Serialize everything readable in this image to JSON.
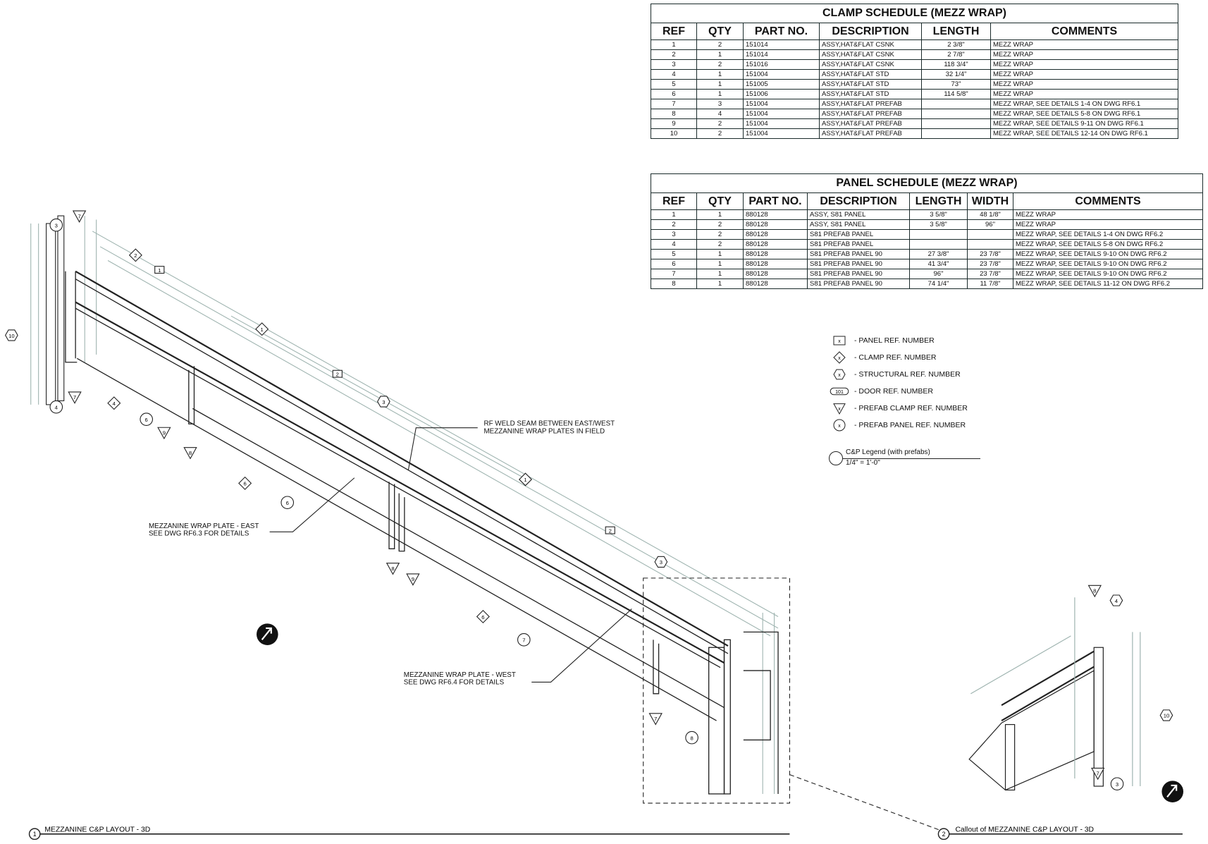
{
  "clamp_schedule": {
    "title": "CLAMP SCHEDULE (MEZZ WRAP)",
    "columns": [
      "REF",
      "QTY",
      "PART NO.",
      "DESCRIPTION",
      "LENGTH",
      "COMMENTS"
    ],
    "rows": [
      [
        "1",
        "2",
        "151014",
        "ASSY,HAT&FLAT CSNK",
        "2 3/8\"",
        "MEZZ WRAP"
      ],
      [
        "2",
        "1",
        "151014",
        "ASSY,HAT&FLAT CSNK",
        "2 7/8\"",
        "MEZZ WRAP"
      ],
      [
        "3",
        "2",
        "151016",
        "ASSY,HAT&FLAT CSNK",
        "118 3/4\"",
        "MEZZ WRAP"
      ],
      [
        "4",
        "1",
        "151004",
        "ASSY,HAT&FLAT STD",
        "32 1/4\"",
        "MEZZ WRAP"
      ],
      [
        "5",
        "1",
        "151005",
        "ASSY,HAT&FLAT STD",
        "73\"",
        "MEZZ WRAP"
      ],
      [
        "6",
        "1",
        "151006",
        "ASSY,HAT&FLAT STD",
        "114 5/8\"",
        "MEZZ WRAP"
      ],
      [
        "7",
        "3",
        "151004",
        "ASSY,HAT&FLAT PREFAB",
        "",
        "MEZZ WRAP, SEE DETAILS 1-4 ON DWG RF6.1"
      ],
      [
        "8",
        "4",
        "151004",
        "ASSY,HAT&FLAT PREFAB",
        "",
        "MEZZ WRAP, SEE DETAILS 5-8 ON DWG RF6.1"
      ],
      [
        "9",
        "2",
        "151004",
        "ASSY,HAT&FLAT PREFAB",
        "",
        "MEZZ WRAP, SEE DETAILS 9-11 ON DWG RF6.1"
      ],
      [
        "10",
        "2",
        "151004",
        "ASSY,HAT&FLAT PREFAB",
        "",
        "MEZZ WRAP, SEE DETAILS 12-14 ON DWG RF6.1"
      ]
    ]
  },
  "panel_schedule": {
    "title": "PANEL SCHEDULE (MEZZ WRAP)",
    "columns": [
      "REF",
      "QTY",
      "PART NO.",
      "DESCRIPTION",
      "LENGTH",
      "WIDTH",
      "COMMENTS"
    ],
    "rows": [
      [
        "1",
        "1",
        "880128",
        "ASSY, S81 PANEL",
        "3 5/8\"",
        "48 1/8\"",
        "MEZZ WRAP"
      ],
      [
        "2",
        "2",
        "880128",
        "ASSY, S81 PANEL",
        "3 5/8\"",
        "96\"",
        "MEZZ WRAP"
      ],
      [
        "3",
        "2",
        "880128",
        "S81 PREFAB PANEL",
        "",
        "",
        "MEZZ WRAP, SEE DETAILS 1-4 ON DWG RF6.2"
      ],
      [
        "4",
        "2",
        "880128",
        "S81 PREFAB PANEL",
        "",
        "",
        "MEZZ WRAP, SEE DETAILS 5-8 ON DWG RF6.2"
      ],
      [
        "5",
        "1",
        "880128",
        "S81 PREFAB PANEL 90",
        "27 3/8\"",
        "23 7/8\"",
        "MEZZ WRAP, SEE DETAILS 9-10 ON DWG RF6.2"
      ],
      [
        "6",
        "1",
        "880128",
        "S81 PREFAB PANEL 90",
        "41 3/4\"",
        "23 7/8\"",
        "MEZZ WRAP, SEE DETAILS 9-10 ON DWG RF6.2"
      ],
      [
        "7",
        "1",
        "880128",
        "S81 PREFAB PANEL 90",
        "96\"",
        "23 7/8\"",
        "MEZZ WRAP, SEE DETAILS 9-10 ON DWG RF6.2"
      ],
      [
        "8",
        "1",
        "880128",
        "S81 PREFAB PANEL 90",
        "74 1/4\"",
        "11 7/8\"",
        "MEZZ WRAP, SEE DETAILS 11-12 ON DWG RF6.2"
      ]
    ]
  },
  "legend": {
    "items": [
      {
        "symbol": "square",
        "tag": "x",
        "label": "- PANEL REF. NUMBER"
      },
      {
        "symbol": "diamond",
        "tag": "x",
        "label": "- CLAMP REF. NUMBER"
      },
      {
        "symbol": "hexagon",
        "tag": "x",
        "label": "- STRUCTURAL REF. NUMBER"
      },
      {
        "symbol": "pill",
        "tag": "101",
        "label": "- DOOR REF. NUMBER"
      },
      {
        "symbol": "triangle",
        "tag": "x",
        "label": "- PREFAB CLAMP REF. NUMBER"
      },
      {
        "symbol": "circle",
        "tag": "x",
        "label": "- PREFAB PANEL REF. NUMBER"
      }
    ],
    "title": "C&P Legend (with prefabs)",
    "scale": "1/4\" = 1'-0\""
  },
  "notes": {
    "weld_seam": [
      "RF WELD SEAM BETWEEN EAST/WEST",
      "MEZZANINE WRAP PLATES IN FIELD"
    ],
    "plate_east": [
      "MEZZANINE WRAP PLATE - EAST",
      "SEE DWG RF6.3 FOR DETAILS"
    ],
    "plate_west": [
      "MEZZANINE WRAP PLATE - WEST",
      "SEE DWG RF6.4 FOR DETAILS"
    ]
  },
  "views": [
    {
      "number": "1",
      "title": "MEZZANINE C&P LAYOUT - 3D"
    },
    {
      "number": "2",
      "title": "Callout of MEZZANINE C&P LAYOUT - 3D"
    }
  ],
  "callouts": [
    "3",
    "7",
    "2",
    "1",
    "10",
    "4",
    "7",
    "4",
    "6",
    "9",
    "8",
    "1",
    "2",
    "3",
    "6",
    "6",
    "8",
    "9",
    "1",
    "2",
    "3",
    "6",
    "7",
    "7",
    "8",
    "8",
    "4",
    "10",
    "7",
    "3"
  ]
}
